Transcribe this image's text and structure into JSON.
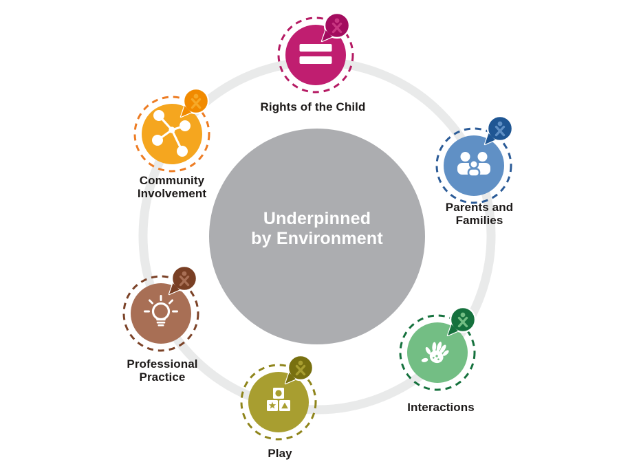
{
  "title": "Underpinned by Environment wheel diagram",
  "background": "#ffffff",
  "ring_color": "#e9eaea",
  "label_color": "#1d1a19",
  "center": {
    "label": "Underpinned\nby Environment",
    "fill": "#acadb0",
    "text_color": "#ffffff"
  },
  "nodes": [
    {
      "id": "rights-of-the-child",
      "label": "Rights of the Child",
      "icon": "equals-icon",
      "fill": "#c01e70",
      "dash": "#b51a63",
      "bubble": "#a30c5f",
      "figure": "#c93782"
    },
    {
      "id": "parents-and-families",
      "label": "Parents and\nFamilies",
      "icon": "family-icon",
      "fill": "#6090c5",
      "dash": "#2b5b97",
      "bubble": "#1f5693",
      "figure": "#6090c5"
    },
    {
      "id": "interactions",
      "label": "Interactions",
      "icon": "handprint-icon",
      "fill": "#73be84",
      "dash": "#15713d",
      "bubble": "#15713d",
      "figure": "#73be84"
    },
    {
      "id": "play",
      "label": "Play",
      "icon": "blocks-icon",
      "fill": "#a89e30",
      "dash": "#8f851c",
      "bubble": "#787010",
      "figure": "#a89e30"
    },
    {
      "id": "professional-practice",
      "label": "Professional\nPractice",
      "icon": "lightbulb-icon",
      "fill": "#a86f55",
      "dash": "#7b4227",
      "bubble": "#793f24",
      "figure": "#a86f55"
    },
    {
      "id": "community-involvement",
      "label": "Community\nInvolvement",
      "icon": "network-icon",
      "fill": "#f5a61f",
      "dash": "#ed7c23",
      "bubble": "#f18a00",
      "figure": "#f6a928"
    }
  ]
}
